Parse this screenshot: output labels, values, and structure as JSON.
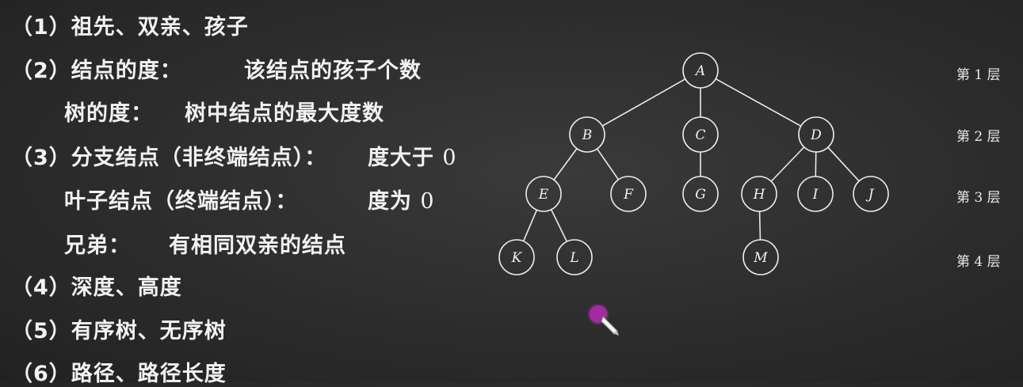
{
  "terms": {
    "t1": {
      "label": "（1）祖先、双亲、孩子"
    },
    "t2": {
      "label": "（2）结点的度：",
      "desc": "该结点的孩子个数"
    },
    "t2b": {
      "label": "树的度：",
      "desc": "树中结点的最大度数"
    },
    "t3": {
      "label": "（3）分支结点（非终端结点）：",
      "desc_text": "度大于",
      "desc_num": "0"
    },
    "t3b": {
      "label": "叶子结点（终端结点）：",
      "desc_text": "度为",
      "desc_num": "0"
    },
    "t3c": {
      "label": "兄弟：",
      "desc": "有相同双亲的结点"
    },
    "t4": {
      "label": "（4）深度、高度"
    },
    "t5": {
      "label": "（5）有序树、无序树"
    },
    "t6": {
      "label": "（6）路径、路径长度"
    }
  },
  "tree": {
    "nodes": [
      "A",
      "B",
      "C",
      "D",
      "E",
      "F",
      "G",
      "H",
      "I",
      "J",
      "K",
      "L",
      "M"
    ],
    "edges": [
      [
        "A",
        "B"
      ],
      [
        "A",
        "C"
      ],
      [
        "A",
        "D"
      ],
      [
        "B",
        "E"
      ],
      [
        "B",
        "F"
      ],
      [
        "C",
        "G"
      ],
      [
        "D",
        "H"
      ],
      [
        "D",
        "I"
      ],
      [
        "D",
        "J"
      ],
      [
        "E",
        "K"
      ],
      [
        "E",
        "L"
      ],
      [
        "H",
        "M"
      ]
    ]
  },
  "layers": [
    "第 1 层",
    "第 2 层",
    "第 3 层",
    "第 4 层"
  ],
  "colors": {
    "background": "#2c2c2c",
    "text": "#f2f2f2",
    "pen_dot": "#a32aa0"
  }
}
